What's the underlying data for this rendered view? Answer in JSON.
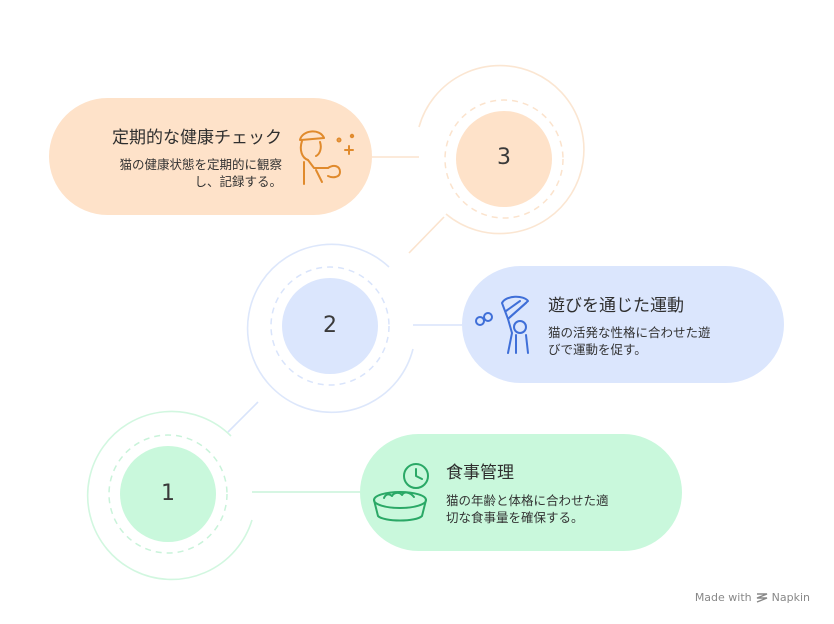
{
  "steps": [
    {
      "number": "3",
      "title": "定期的な健康チェック",
      "desc_line1": "猫の健康状態を定期的に観察",
      "desc_line2": "し、記録する。",
      "icon": "vet-checkup-icon"
    },
    {
      "number": "2",
      "title": "遊びを通じた運動",
      "desc_line1": "猫の活発な性格に合わせた遊",
      "desc_line2": "びで運動を促す。",
      "icon": "play-net-icon"
    },
    {
      "number": "1",
      "title": "食事管理",
      "desc_line1": "猫の年齢と体格に合わせた適",
      "desc_line2": "切な食事量を確保する。",
      "icon": "food-bowl-clock-icon"
    }
  ],
  "colors": {
    "orange_fill": "#fee2c9",
    "orange_line": "#f8d9b8",
    "blue_fill": "#dbe6fd",
    "blue_line": "#d5e1fb",
    "green_fill": "#c9f8dc",
    "green_line": "#c4f3d6",
    "orange_icon": "#e08a2c",
    "blue_icon": "#3f6fd8",
    "green_icon": "#2aa866"
  },
  "watermark": {
    "made_with": "Made with",
    "brand": "Napkin"
  }
}
